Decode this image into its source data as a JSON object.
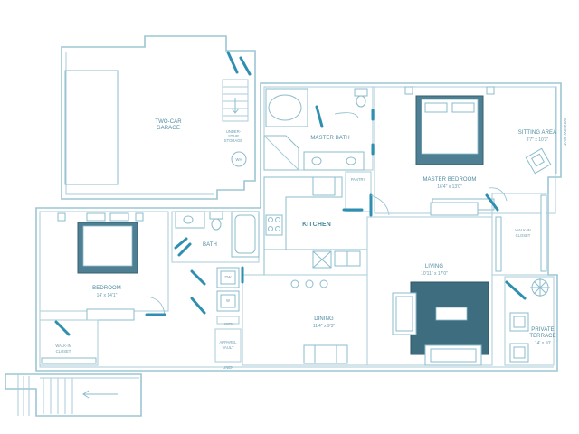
{
  "rooms": {
    "garage": {
      "name_line1": "TWO-CAR",
      "name_line2": "GARAGE"
    },
    "under_stair": {
      "line1": "UNDER-",
      "line2": "STAIR",
      "line3": "STORAGE"
    },
    "water_heater": {
      "label": "WH"
    },
    "master_bath": {
      "name": "MASTER BATH"
    },
    "pantry": {
      "name": "PANTRY"
    },
    "master_bedroom": {
      "name": "MASTER BEDROOM",
      "dims": "16'4\" x 13'0\""
    },
    "sitting_area": {
      "name": "SITTING AREA",
      "dims": "8'7\" x 10'3\""
    },
    "window_seat": {
      "name": "WINDOW SEAT"
    },
    "kitchen": {
      "name": "KITCHEN"
    },
    "walk_in_closet_master": {
      "line1": "WALK-IN",
      "line2": "CLOSET"
    },
    "bath": {
      "name": "BATH"
    },
    "bedroom": {
      "name": "BEDROOM",
      "dims": "14' x 14'1\""
    },
    "walk_in_closet": {
      "line1": "WALK-IN",
      "line2": "CLOSET"
    },
    "living": {
      "name": "LIVING",
      "dims": "10'11\" x 17'0\""
    },
    "dining": {
      "name": "DINING",
      "dims": "11'4\" x 9'3\""
    },
    "private_terrace": {
      "name_line1": "PRIVATE",
      "name_line2": "TERRACE",
      "dims": "14' x 10'"
    },
    "linen_upper": {
      "label": "LINEN"
    },
    "linen_lower": {
      "label": "LINEN"
    },
    "dw": {
      "label": "DW"
    },
    "w": {
      "label": "W"
    },
    "apparel_vault": {
      "line1": "APPAREL",
      "line2": "VAULT"
    }
  }
}
